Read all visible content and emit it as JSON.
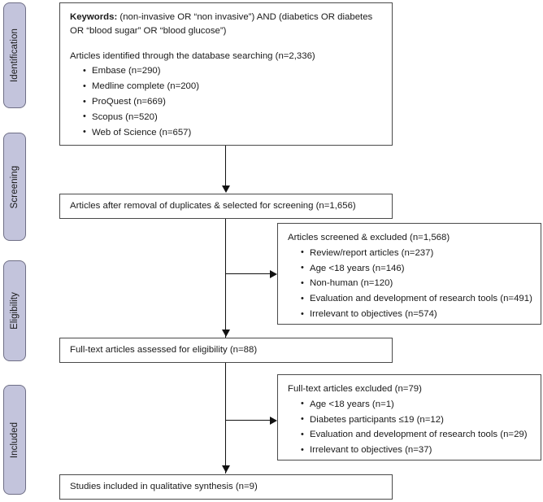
{
  "diagram": {
    "type": "prisma-flow-diagram",
    "stages": [
      {
        "id": "identification",
        "label": "Identification"
      },
      {
        "id": "screening",
        "label": "Screening"
      },
      {
        "id": "eligibility",
        "label": "Eligibility"
      },
      {
        "id": "included",
        "label": "Included"
      }
    ],
    "boxes": {
      "identification": {
        "keywords_label": "Keywords:",
        "keywords_text": " (non-invasive OR “non invasive”) AND (diabetics OR diabetes OR “blood sugar” OR “blood glucose”)",
        "identified_line": "Articles identified through the database searching (n=2,336)",
        "sources": [
          "Embase (n=290)",
          "Medline complete (n=200)",
          "ProQuest (n=669)",
          "Scopus (n=520)",
          "Web of Science (n=657)"
        ]
      },
      "after_duplicates": {
        "text": "Articles after removal of duplicates & selected for screening (n=1,656)"
      },
      "screened_excluded": {
        "heading": "Articles screened & excluded (n=1,568)",
        "reasons": [
          "Review/report articles (n=237)",
          "Age <18 years (n=146)",
          "Non-human (n=120)",
          "Evaluation and development of research tools (n=491)",
          "Irrelevant to objectives (n=574)"
        ]
      },
      "full_text_assessed": {
        "text": "Full-text articles assessed for eligibility (n=88)"
      },
      "full_text_excluded": {
        "heading": "Full-text articles excluded (n=79)",
        "reasons": [
          "Age <18 years (n=1)",
          "Diabetes participants ≤19 (n=12)",
          "Evaluation and development of research tools (n=29)",
          "Irrelevant to objectives (n=37)"
        ]
      },
      "included_studies": {
        "text": "Studies included in qualitative synthesis (n=9)"
      }
    },
    "counts": {
      "total_identified": 2336,
      "embase": 290,
      "medline_complete": 200,
      "proquest": 669,
      "scopus": 520,
      "web_of_science": 657,
      "after_duplicates": 1656,
      "screened_excluded": 1568,
      "excluded_review_report": 237,
      "excluded_age_under_18_screening": 146,
      "excluded_non_human": 120,
      "excluded_tools_screening": 491,
      "excluded_irrelevant_screening": 574,
      "full_text_assessed": 88,
      "full_text_excluded": 79,
      "excluded_age_under_18_fulltext": 1,
      "excluded_diabetes_participants_19": 12,
      "excluded_tools_fulltext": 29,
      "excluded_irrelevant_fulltext": 37,
      "included_qualitative_synthesis": 9
    },
    "colors": {
      "rail_fill": "#c3c4dc",
      "rail_border": "#6f6f86",
      "box_border": "#4a4a4a",
      "connector": "#121212",
      "background": "#ffffff",
      "text": "#1a1a1a"
    }
  }
}
